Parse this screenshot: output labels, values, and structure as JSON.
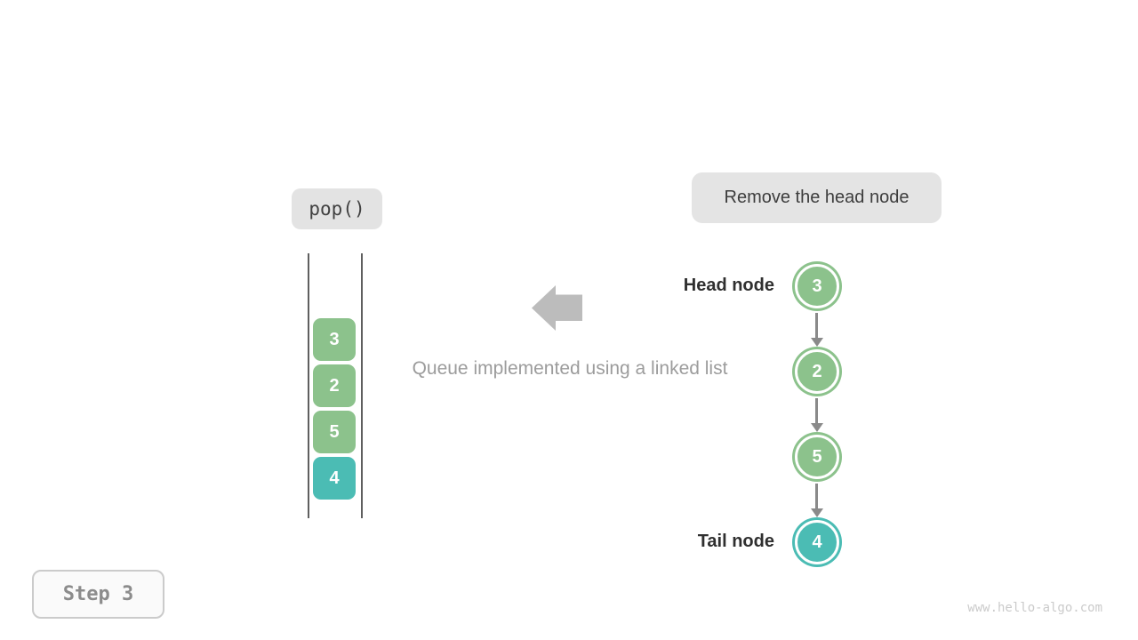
{
  "operation_label": {
    "text": "pop()"
  },
  "annotation_label": {
    "text": "Remove the head node"
  },
  "caption": {
    "text": "Queue implemented using a linked list"
  },
  "step_badge": {
    "text": "Step 3"
  },
  "watermark": {
    "text": "www.hello-algo.com"
  },
  "queue_stack": {
    "items": [
      {
        "value": "3",
        "color": "#8cc28c"
      },
      {
        "value": "2",
        "color": "#8cc28c"
      },
      {
        "value": "5",
        "color": "#8cc28c"
      },
      {
        "value": "4",
        "color": "#4bbcb4"
      }
    ]
  },
  "linked_list": {
    "head_label": "Head node",
    "tail_label": "Tail node",
    "nodes": [
      {
        "value": "3",
        "color": "#8cc28c"
      },
      {
        "value": "2",
        "color": "#8cc28c"
      },
      {
        "value": "5",
        "color": "#8cc28c"
      },
      {
        "value": "4",
        "color": "#4bbcb4"
      }
    ]
  },
  "colors": {
    "node_green": "#8cc28c",
    "node_teal": "#4bbcb4",
    "connector_gray": "#8a8a8a",
    "big_arrow_gray": "#bcbcbc",
    "label_pill_bg": "#e4e4e4",
    "stack_wall": "#5f5f5f",
    "caption_text": "#9c9c9c",
    "step_text": "#8c8c8c",
    "watermark_text": "#cbcbcb"
  }
}
